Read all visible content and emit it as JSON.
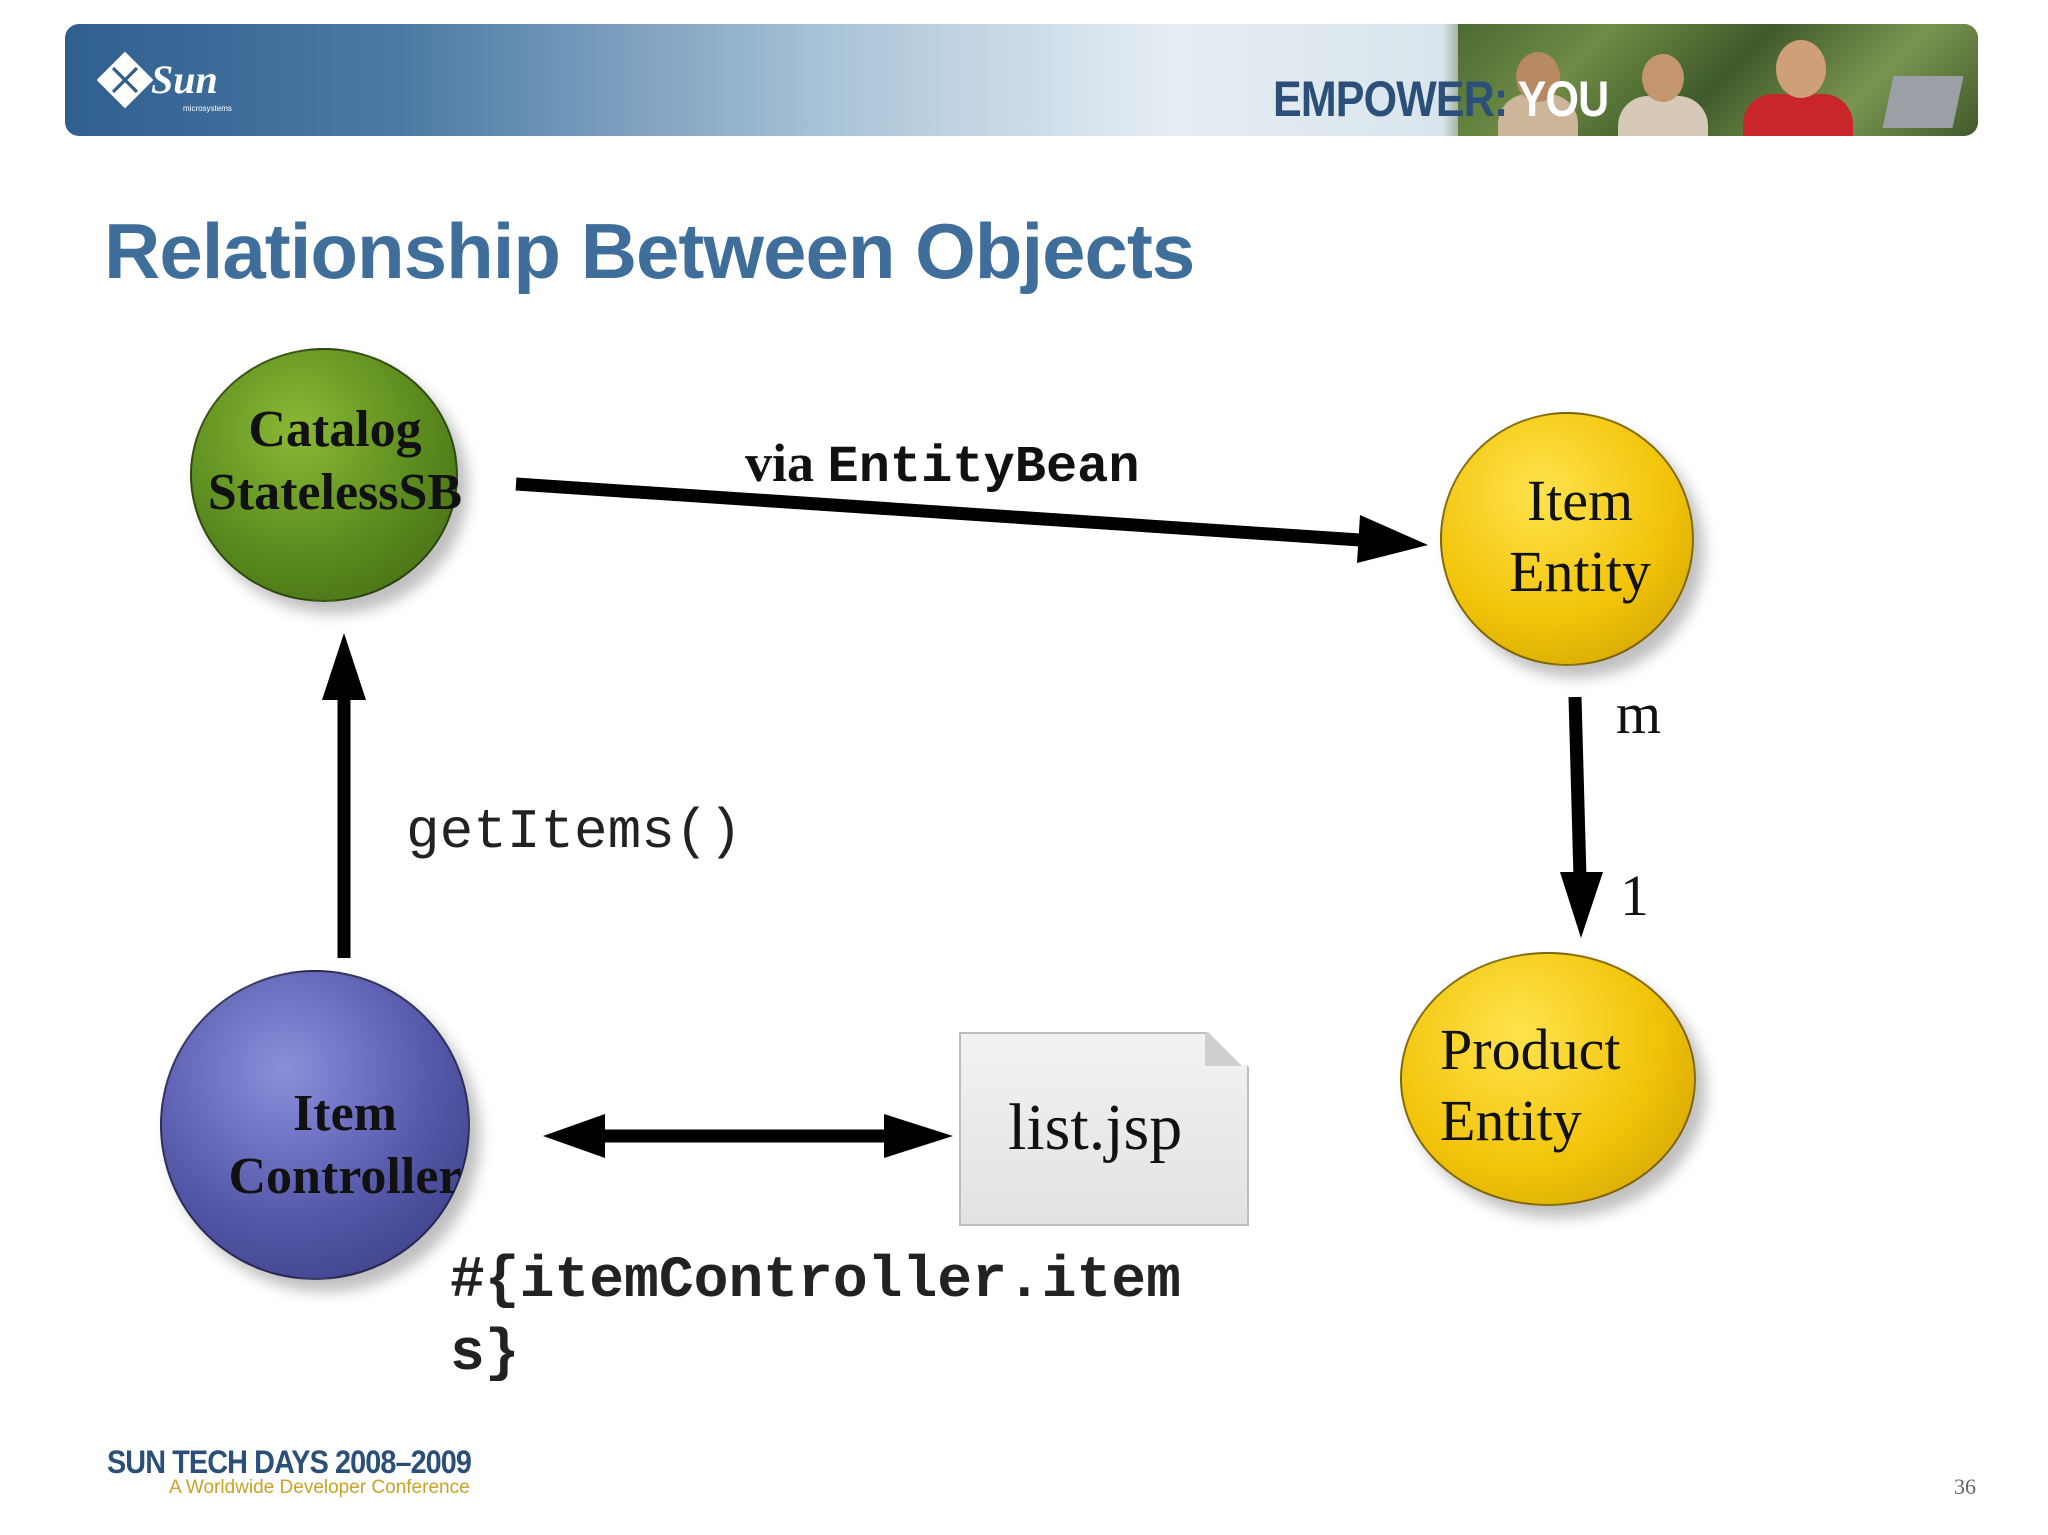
{
  "header": {
    "logo_text": "Sun",
    "logo_subtext": "microsystems",
    "tagline_prefix": "EMPOWER:",
    "tagline_highlight": "YOU"
  },
  "slide": {
    "title": "Relationship Between Objects",
    "page_number": "36"
  },
  "nodes": {
    "catalog": {
      "line1": "Catalog",
      "line2": "StatelessSB",
      "color": "#5a8a1e"
    },
    "item_entity": {
      "line1": "Item",
      "line2": "Entity",
      "color": "#f2c40a"
    },
    "product_entity": {
      "line1": "Product",
      "line2": "Entity",
      "color": "#f2c40a"
    },
    "item_controller": {
      "line1": "Item",
      "line2": "Controller",
      "color": "#5457a8"
    }
  },
  "edges": {
    "via_prefix": "via",
    "via_bean": "EntityBean",
    "get_items": "getItems()",
    "mult_many": "m",
    "mult_one": "1",
    "el_expr_line1": "#{itemController.item",
    "el_expr_line2": "s}"
  },
  "document": {
    "label": "list.jsp"
  },
  "footer": {
    "event": "SUN TECH DAYS 2008–2009",
    "subtitle": "A Worldwide Developer Conference"
  }
}
